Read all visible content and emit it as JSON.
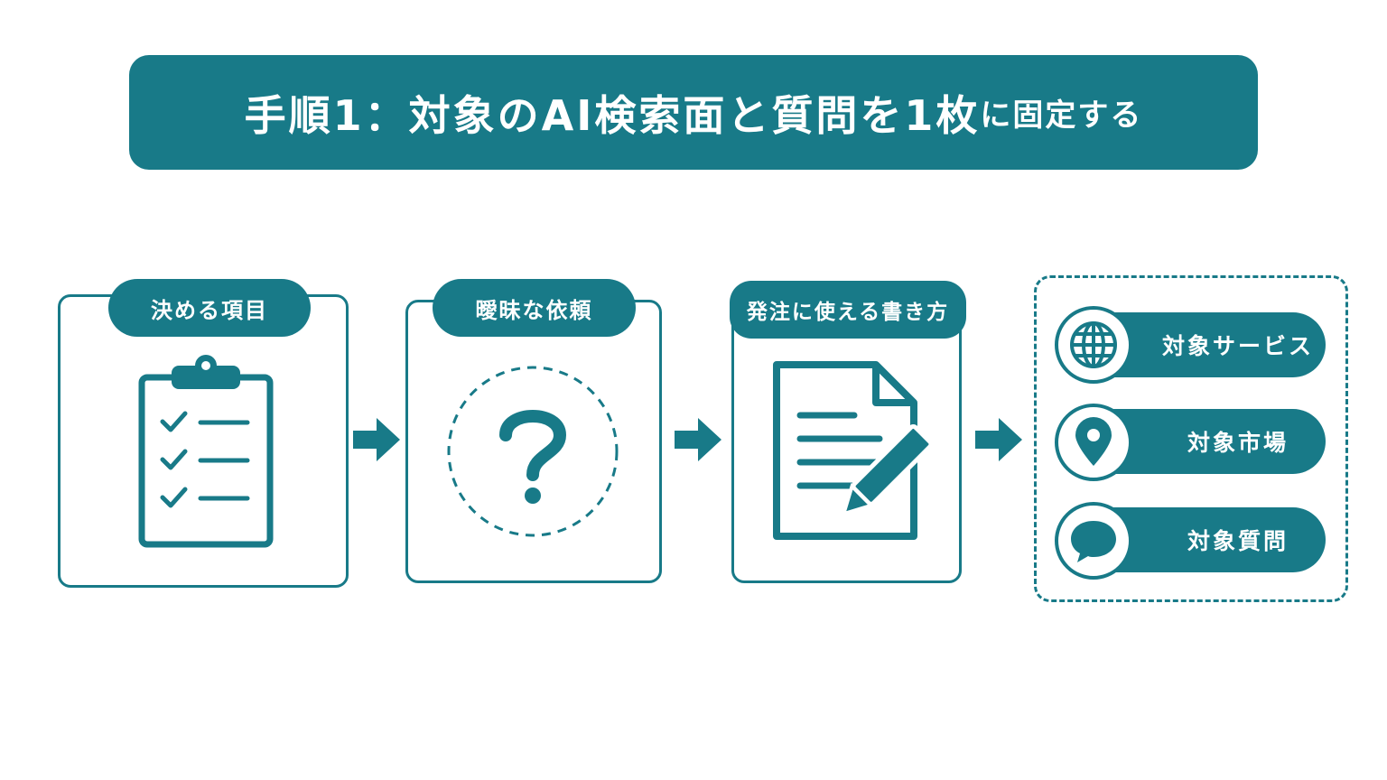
{
  "title": {
    "main": "手順1：対象のAI検索面と質問を1枚",
    "suffix": "に固定する"
  },
  "steps": [
    {
      "label": "決める項目",
      "icon": "clipboard-checklist-icon"
    },
    {
      "label": "曖昧な依頼",
      "icon": "question-mark-icon"
    },
    {
      "label": "発注に使える書き方",
      "icon": "document-pen-icon"
    }
  ],
  "targets": [
    {
      "label": "対象サービス",
      "icon": "globe-icon"
    },
    {
      "label": "対象市場",
      "icon": "location-pin-icon"
    },
    {
      "label": "対象質問",
      "icon": "speech-bubble-icon"
    }
  ],
  "colors": {
    "accent": "#187a88",
    "background": "#ffffff"
  }
}
